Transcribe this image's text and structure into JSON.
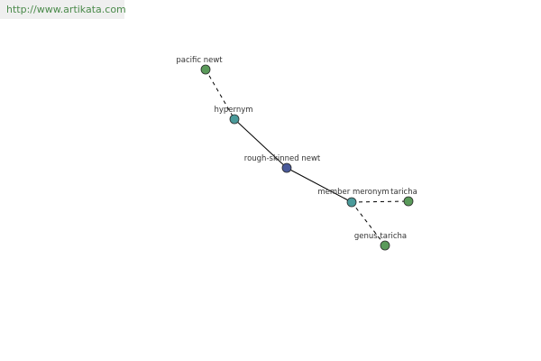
{
  "watermark": {
    "text": "http://www.artikata.com"
  },
  "colors": {
    "leaf_node": "#5a9a5a",
    "relation_node": "#4a9a9a",
    "center_node": "#4a5a9a",
    "watermark_text": "#4a8a4a"
  },
  "graph": {
    "nodes": [
      {
        "id": "pacific-newt",
        "label": "pacific newt",
        "kind": "leaf"
      },
      {
        "id": "hypernym",
        "label": "hypernym",
        "kind": "relation"
      },
      {
        "id": "rough-skinned-newt",
        "label": "rough-skinned newt",
        "kind": "center"
      },
      {
        "id": "member-meronym",
        "label": "member meronym",
        "kind": "relation"
      },
      {
        "id": "taricha",
        "label": "taricha",
        "kind": "leaf"
      },
      {
        "id": "genus-taricha",
        "label": "genus taricha",
        "kind": "leaf"
      }
    ],
    "edges": [
      {
        "from": "pacific-newt",
        "to": "hypernym",
        "style": "dashed"
      },
      {
        "from": "hypernym",
        "to": "rough-skinned-newt",
        "style": "solid"
      },
      {
        "from": "rough-skinned-newt",
        "to": "member-meronym",
        "style": "solid"
      },
      {
        "from": "member-meronym",
        "to": "taricha",
        "style": "dashed"
      },
      {
        "from": "member-meronym",
        "to": "genus-taricha",
        "style": "dashed"
      }
    ]
  }
}
